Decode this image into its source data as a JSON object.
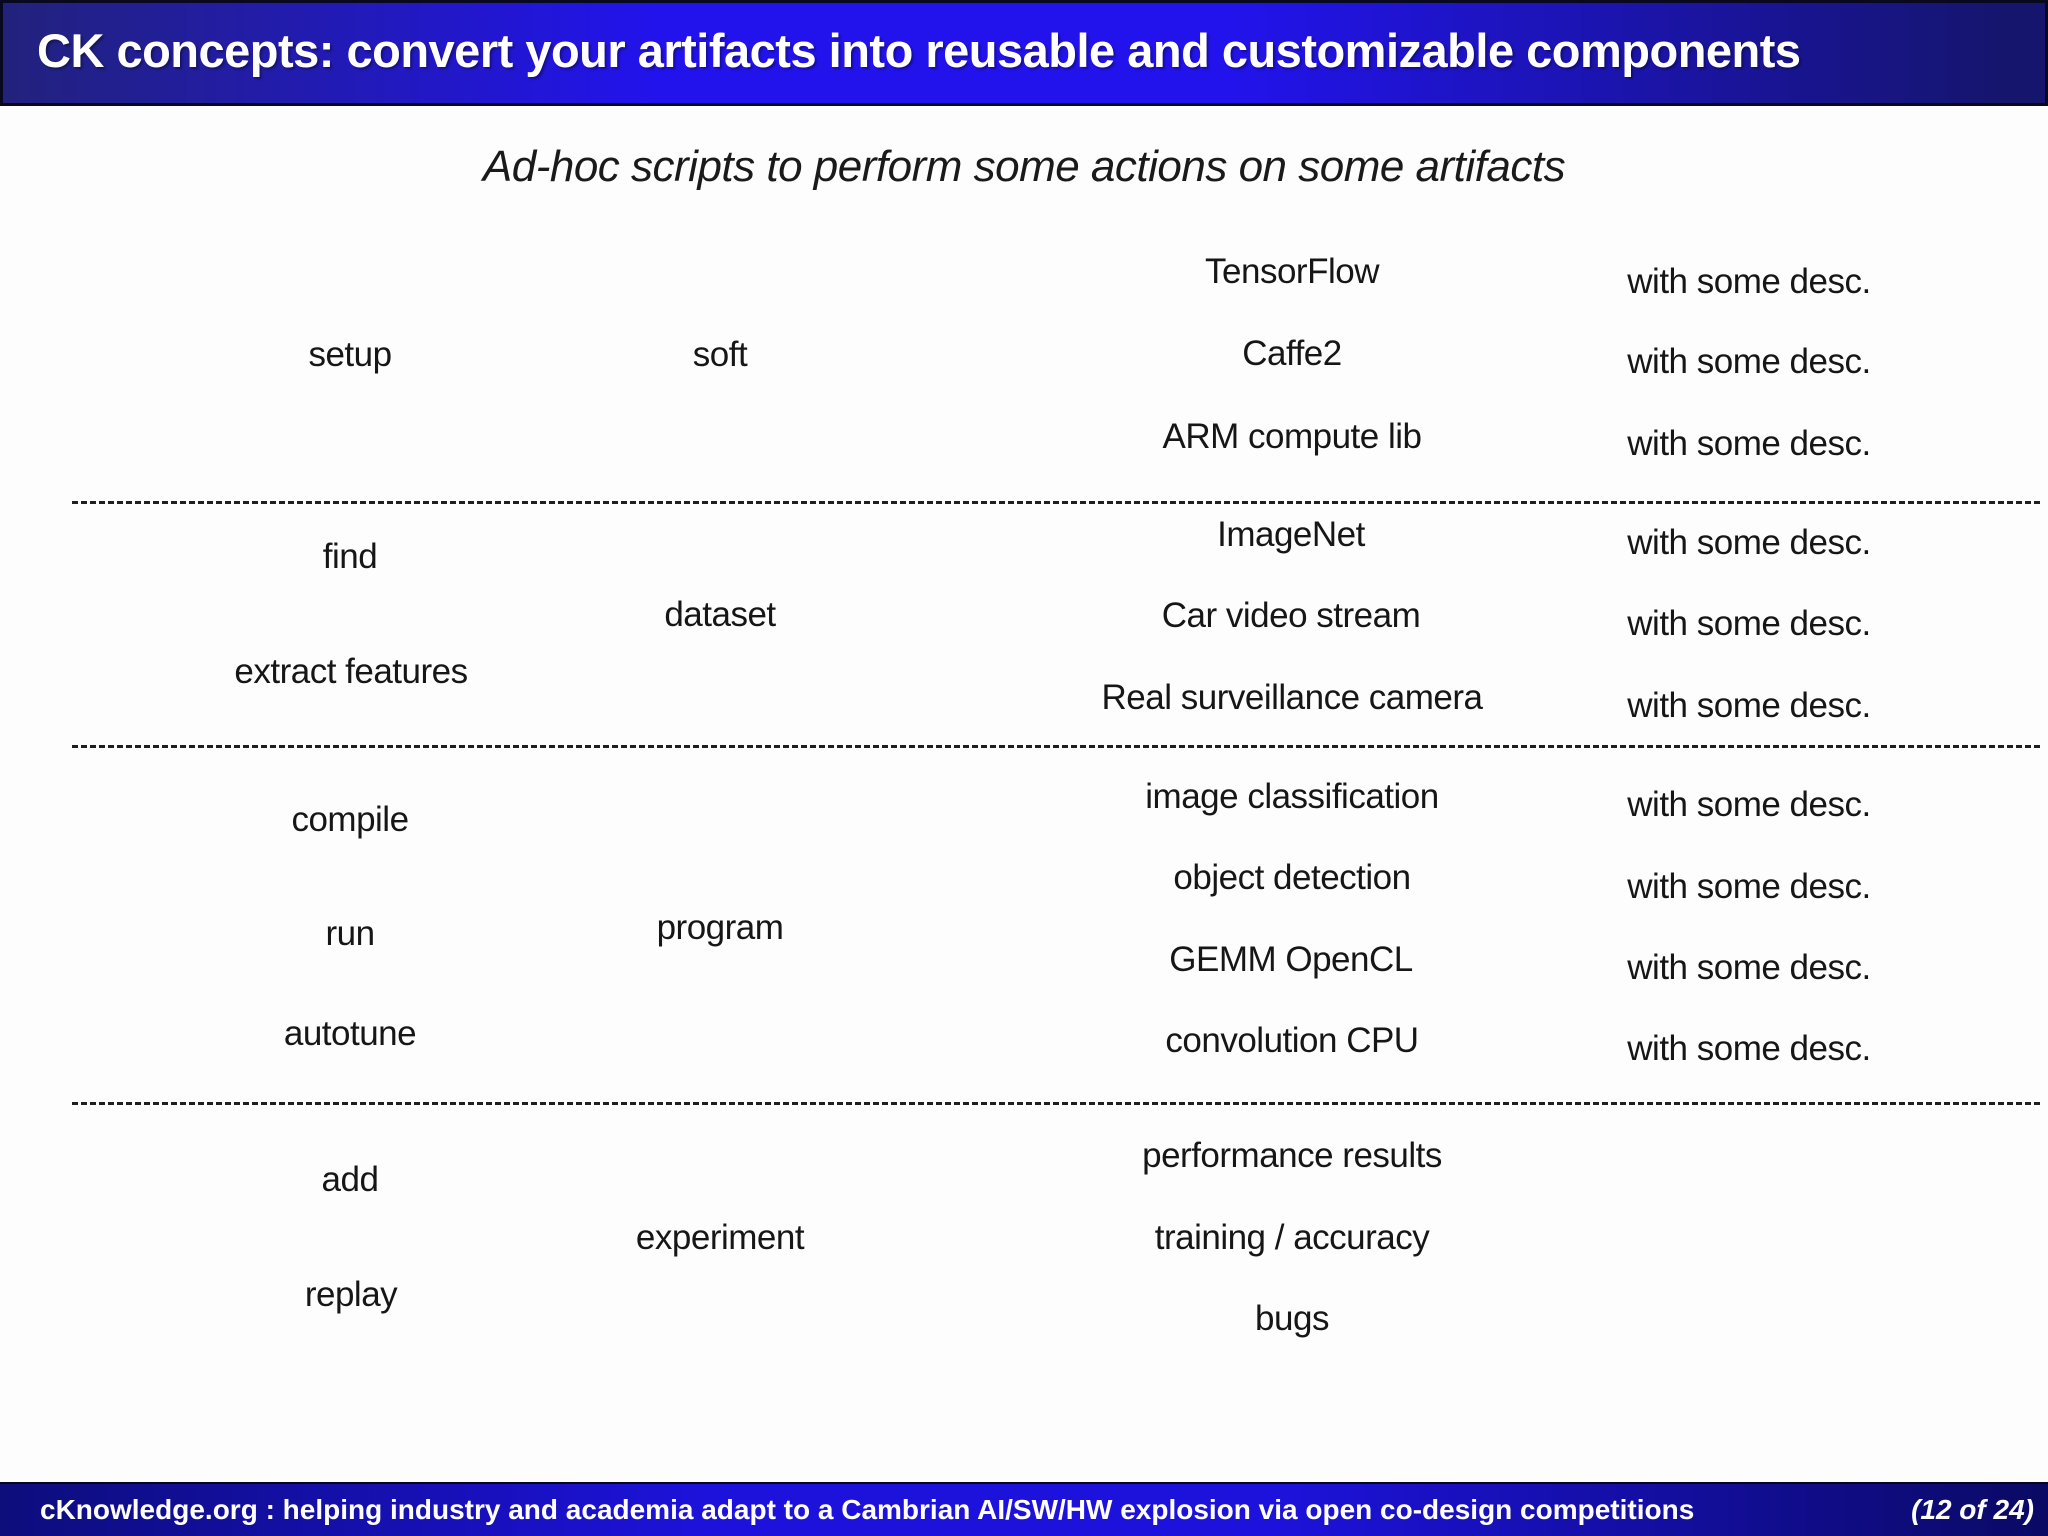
{
  "header": {
    "title": "CK concepts: convert your artifacts into reusable and customizable components"
  },
  "subtitle": "Ad-hoc scripts to perform some actions on some artifacts",
  "sections": [
    {
      "actions": [
        "setup"
      ],
      "type": "soft",
      "items": [
        "TensorFlow",
        "Caffe2",
        "ARM compute lib"
      ],
      "descs": [
        "with some desc.",
        "with some desc.",
        "with some desc."
      ]
    },
    {
      "actions": [
        "find",
        "extract features"
      ],
      "type": "dataset",
      "items": [
        "ImageNet",
        "Car video stream",
        "Real surveillance camera"
      ],
      "descs": [
        "with some desc.",
        "with some desc.",
        "with some desc."
      ]
    },
    {
      "actions": [
        "compile",
        "run",
        "autotune"
      ],
      "type": "program",
      "items": [
        "image classification",
        "object detection",
        "GEMM OpenCL",
        "convolution CPU"
      ],
      "descs": [
        "with some desc.",
        "with some desc.",
        "with some desc.",
        "with some desc."
      ]
    },
    {
      "actions": [
        "add",
        "replay"
      ],
      "type": "experiment",
      "items": [
        "performance results",
        "training / accuracy",
        "bugs"
      ],
      "descs": []
    }
  ],
  "footer": {
    "left": "cKnowledge.org : helping industry and academia adapt to a Cambrian AI/SW/HW explosion via open co-design competitions",
    "right": "(12 of 24)"
  }
}
